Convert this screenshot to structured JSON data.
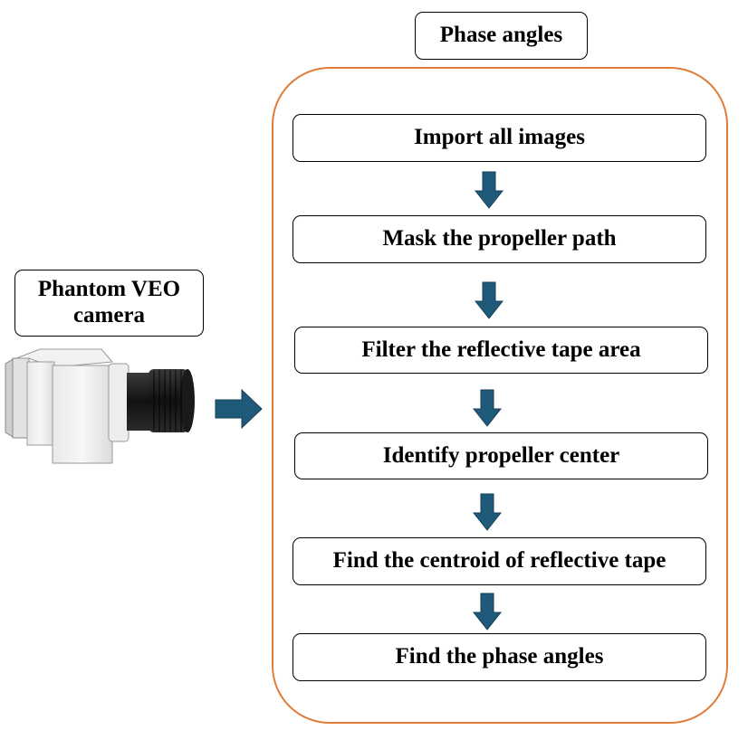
{
  "diagram": {
    "title": "Phase angles",
    "camera_label": "Phantom VEO camera",
    "steps": [
      "Import all images",
      "Mask the propeller path",
      "Filter the reflective tape area",
      "Identify propeller center",
      "Find the centroid of reflective tape",
      "Find the phase angles"
    ],
    "colors": {
      "container_border": "#E07B39",
      "arrow_fill": "#1F5A7A",
      "box_border": "#000000"
    }
  }
}
